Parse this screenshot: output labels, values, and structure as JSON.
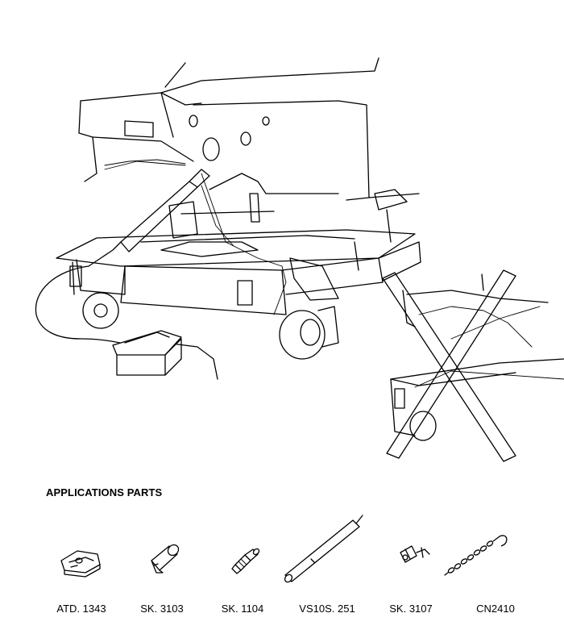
{
  "page": {
    "heading": "APPLICATIONS PARTS"
  },
  "parts": [
    {
      "code": "ATD. 1343",
      "icon": "support-pad-icon"
    },
    {
      "code": "SK. 3103",
      "icon": "socket-adapter-icon"
    },
    {
      "code": "SK. 1104",
      "icon": "threaded-coupler-icon"
    },
    {
      "code": "VS10S. 251",
      "icon": "extension-bar-icon"
    },
    {
      "code": "SK. 3107",
      "icon": "clevis-pin-icon"
    },
    {
      "code": "CN2410",
      "icon": "chain-hook-icon"
    }
  ]
}
